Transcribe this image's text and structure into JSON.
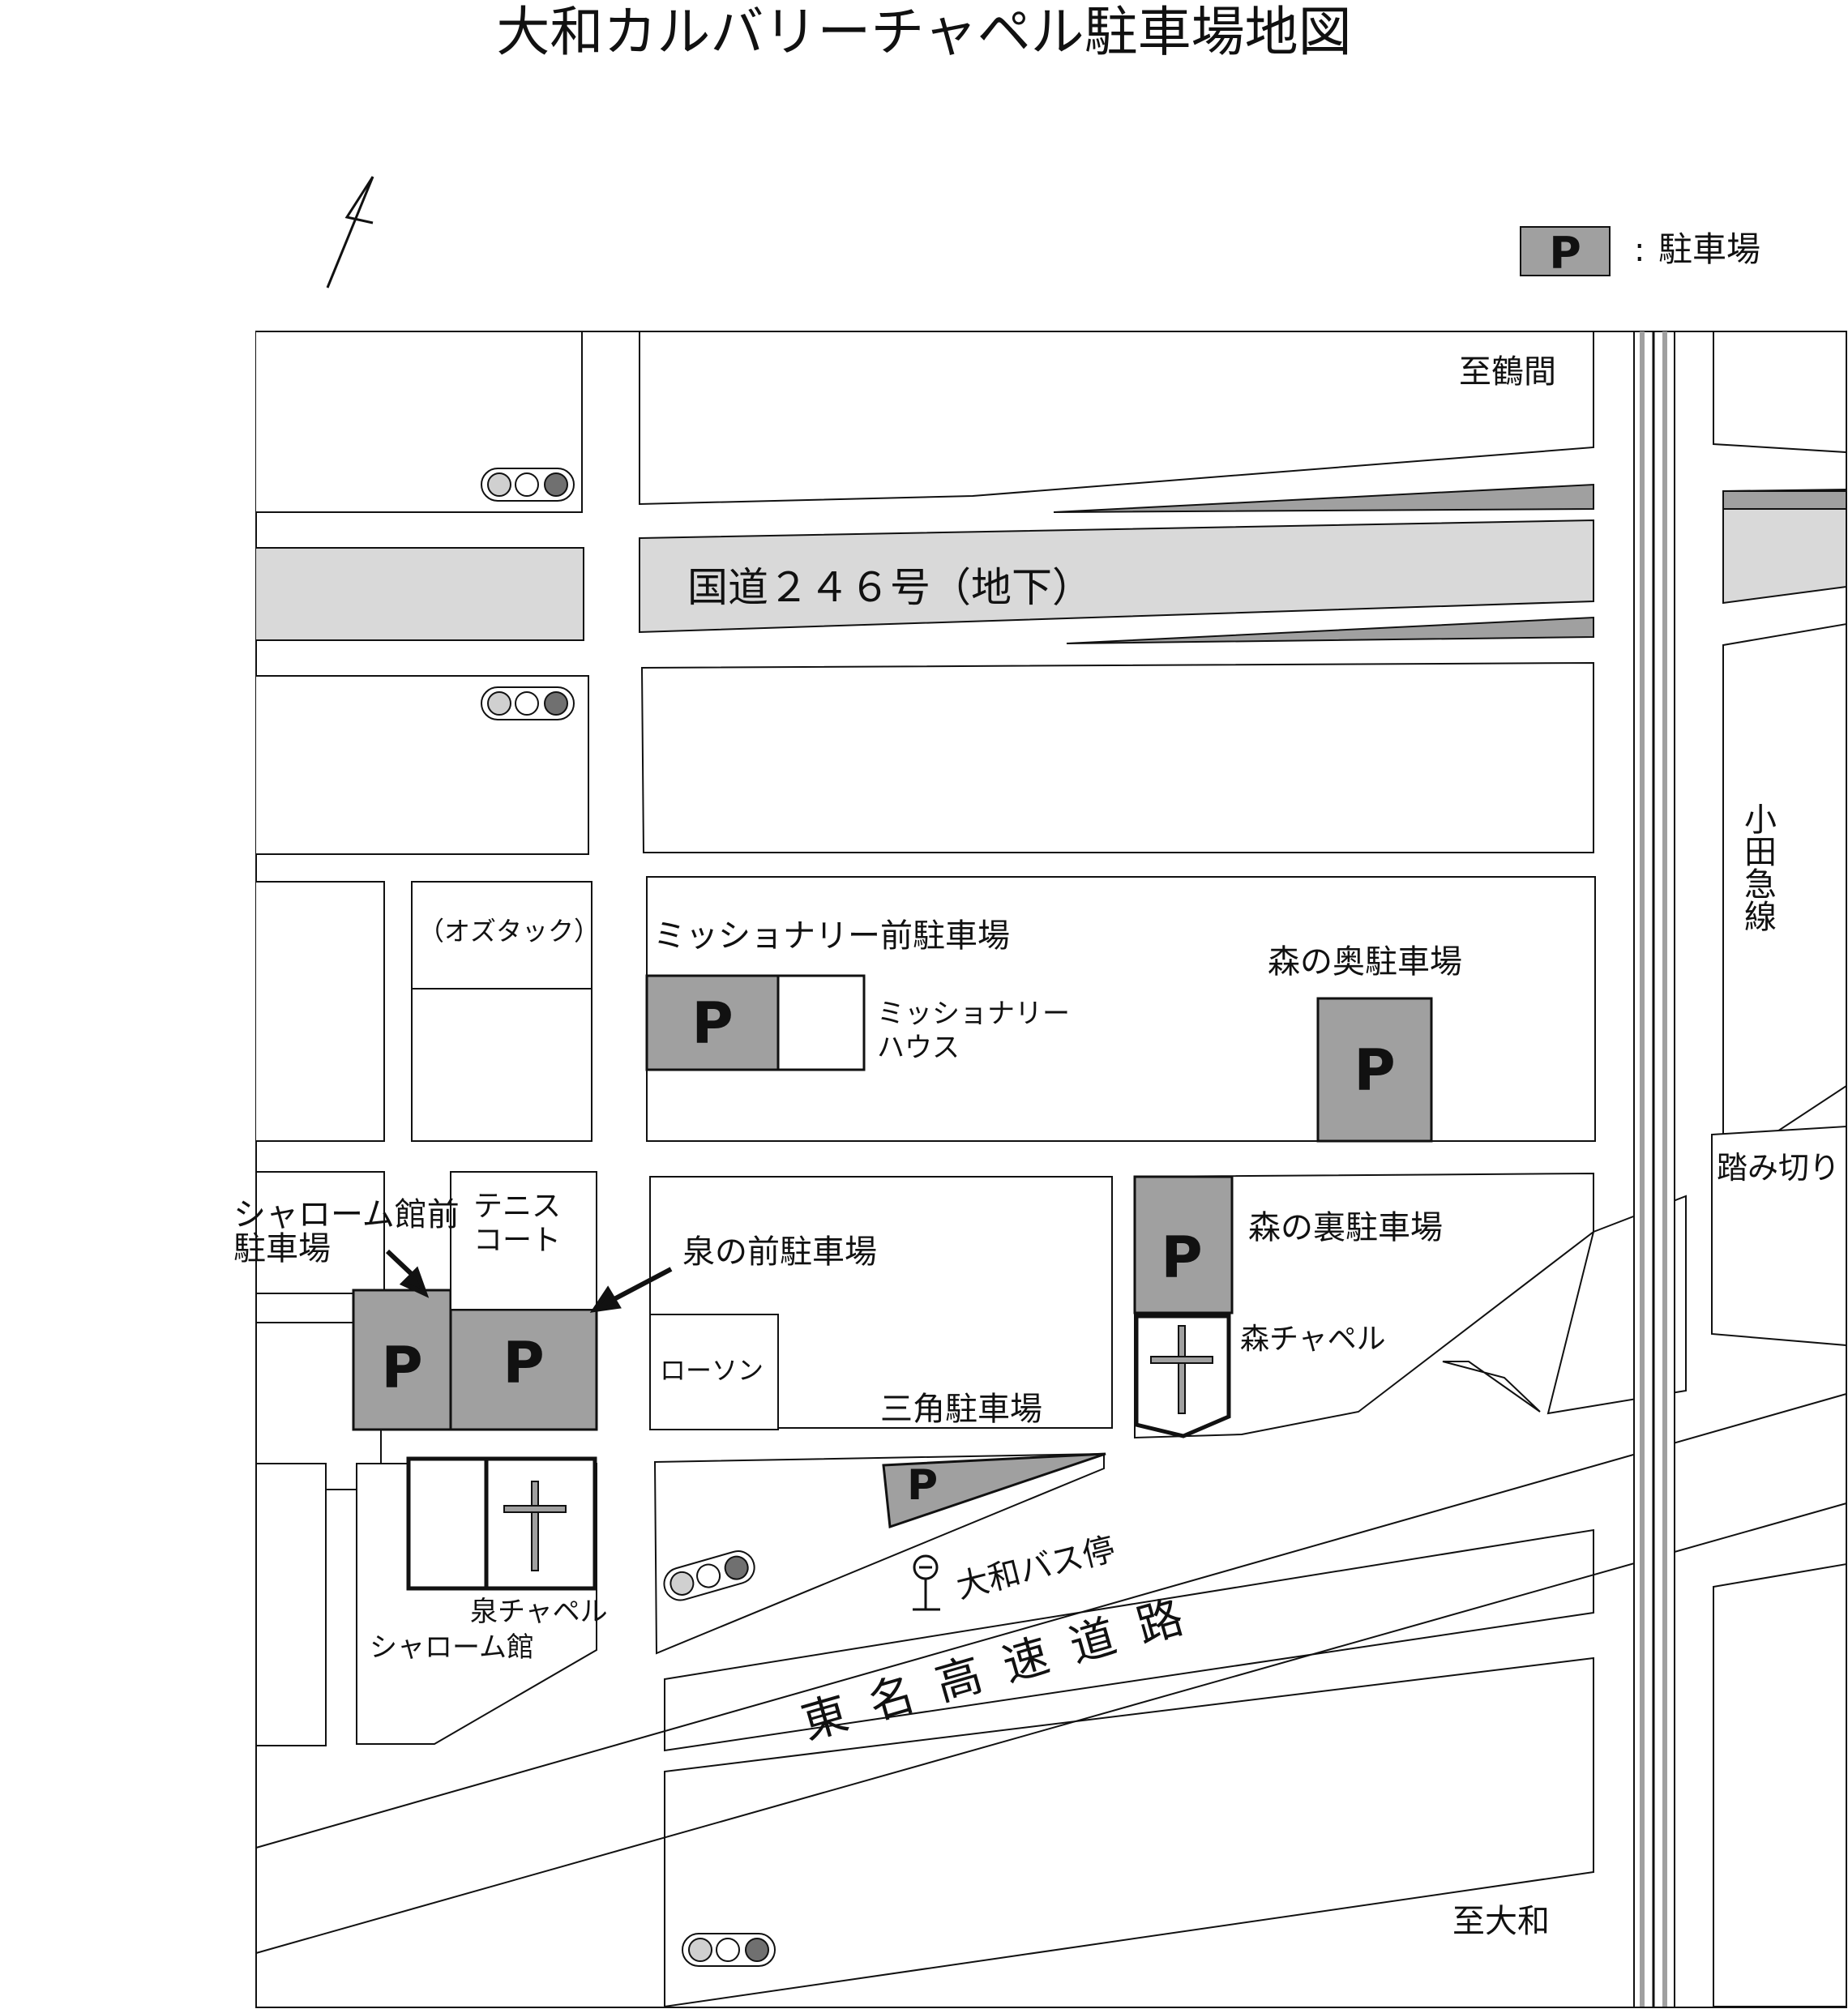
{
  "title": "大和カルバリーチャペル駐車場地図",
  "legend": {
    "symbol": "P",
    "separator": ":",
    "label": "駐車場"
  },
  "parking_symbol": "P",
  "colors": {
    "parking": "#a0a0a0",
    "road_gray": "#d9d9d9",
    "stroke": "#111111",
    "signal_light": "#d0d0d0",
    "signal_dark": "#707070"
  },
  "labels": {
    "to_tsuruma": "至鶴間",
    "to_yamato": "至大和",
    "route246": "国道２４６号（地下）",
    "odakyu_line": "小田急線",
    "fumikiri": "踏み切り",
    "oztack": "（オズタック）",
    "missionary_parking": "ミッショナリー前駐車場",
    "missionary_house_1": "ミッショナリー",
    "missionary_house_2": "ハウス",
    "mori_no_oku": "森の奥駐車場",
    "shalom_front_1": "シャローム館前",
    "shalom_front_2": "駐車場",
    "tennis_1": "テニス",
    "tennis_2": "コート",
    "izumi_front": "泉の前駐車場",
    "mori_no_ura": "森の裏駐車場",
    "mori_chapel": "森チャペル",
    "lawson": "ローソン",
    "sankaku": "三角駐車場",
    "izumi_chapel": "泉チャペル",
    "shalom_hall": "シャローム館",
    "bus_stop": "大和バス停",
    "tomei": "東名高速道路"
  }
}
